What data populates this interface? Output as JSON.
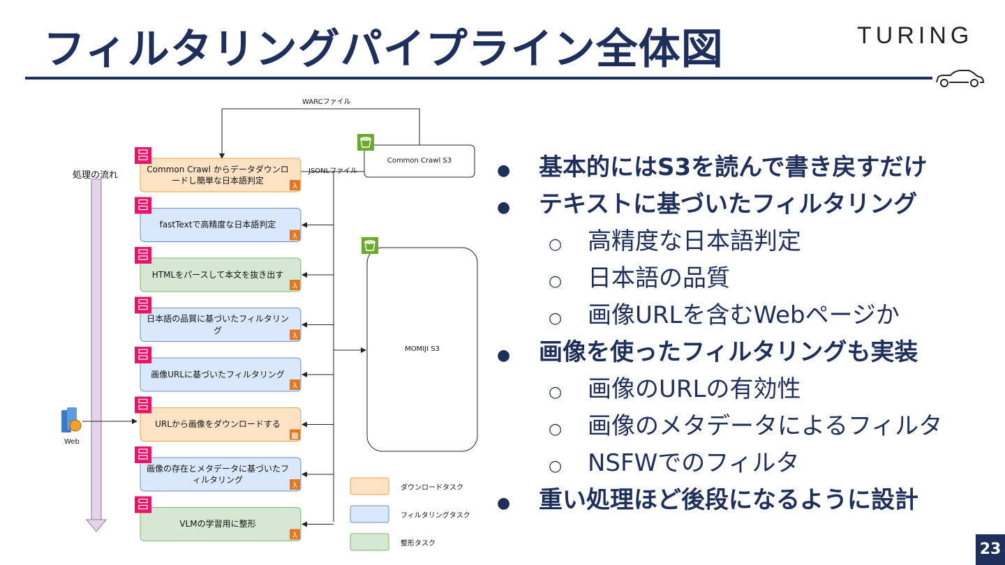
{
  "slide": {
    "title": "フィルタリングパイプライン全体図",
    "logo": "TURING",
    "page_number": "23"
  },
  "diagram": {
    "warc_label": "WARCファイル",
    "jsonl_label": "JSONLファイル",
    "flow_label": "処理の流れ",
    "web_label": "Web",
    "common_crawl_s3": "Common Crawl S3",
    "momiji_s3": "MOMIJI S3",
    "tasks": [
      {
        "label": "Common Crawl からデータダウンロードし簡単な日本語判定",
        "kind": "download"
      },
      {
        "label": "fastTextで高精度な日本語判定",
        "kind": "filter"
      },
      {
        "label": "HTMLをパースして本文を抜き出す",
        "kind": "format"
      },
      {
        "label": "日本語の品質に基づいたフィルタリング",
        "kind": "filter"
      },
      {
        "label": "画像URLに基づいたフィルタリング",
        "kind": "filter"
      },
      {
        "label": "URLから画像をダウンロードする",
        "kind": "download"
      },
      {
        "label": "画像の存在とメタデータに基づいたフィルタリング",
        "kind": "filter"
      },
      {
        "label": "VLMの学習用に整形",
        "kind": "format"
      }
    ],
    "legend": [
      {
        "label": "ダウンロードタスク",
        "color": "#fde3c4",
        "border": "#e6a250"
      },
      {
        "label": "フィルタリングタスク",
        "color": "#dae8fc",
        "border": "#6c8ebf"
      },
      {
        "label": "整形タスク",
        "color": "#d5e8d4",
        "border": "#82b366"
      }
    ],
    "colors": {
      "download_fill": "#fde3c4",
      "download_border": "#e6a250",
      "filter_fill": "#dae8fc",
      "filter_border": "#6c8ebf",
      "format_fill": "#d5e8d4",
      "format_border": "#82b366",
      "step_icon": "#e8166b",
      "lambda_icon": "#e8761d",
      "bucket_icon": "#6aaa2a"
    }
  },
  "bullets": [
    {
      "level": 1,
      "text": "基本的にはS3を読んで書き戻すだけ"
    },
    {
      "level": 1,
      "text": "テキストに基づいたフィルタリング"
    },
    {
      "level": 2,
      "text": "高精度な日本語判定"
    },
    {
      "level": 2,
      "text": "日本語の品質"
    },
    {
      "level": 2,
      "text": "画像URLを含むWebページか"
    },
    {
      "level": 1,
      "text": "画像を使ったフィルタリングも実装"
    },
    {
      "level": 2,
      "text": "画像のURLの有効性"
    },
    {
      "level": 2,
      "text": "画像のメタデータによるフィルタ"
    },
    {
      "level": 2,
      "text": "NSFWでのフィルタ"
    },
    {
      "level": 1,
      "text": "重い処理ほど後段になるように設計"
    }
  ],
  "bullet_markers": {
    "level1": "●",
    "level2": "○"
  }
}
